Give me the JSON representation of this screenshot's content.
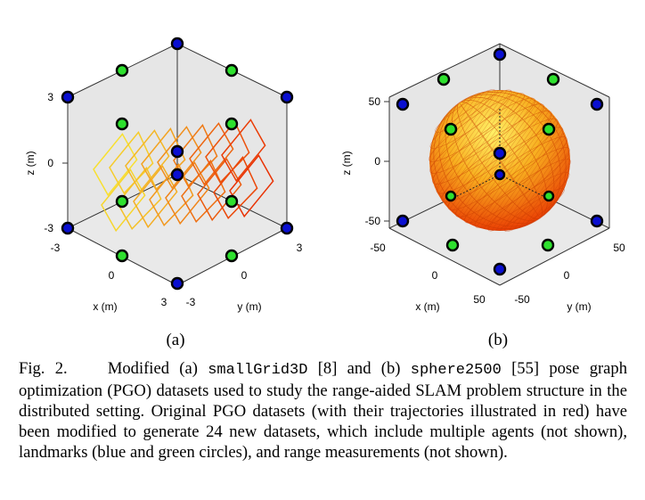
{
  "panel_a": {
    "sub_caption": "(a)",
    "xlabel": "x (m)",
    "ylabel": "y (m)",
    "zlabel": "z (m)",
    "ticks_z": [
      "3",
      "0",
      "-3"
    ],
    "ticks_x": [
      "-3",
      "0",
      "3"
    ],
    "ticks_y": [
      "-3",
      "0",
      "3"
    ]
  },
  "panel_b": {
    "sub_caption": "(b)",
    "xlabel": "x (m)",
    "ylabel": "y (m)",
    "zlabel": "z (m)",
    "ticks_z": [
      "50",
      "0",
      "-50"
    ],
    "ticks_x": [
      "-50",
      "0",
      "50"
    ],
    "ticks_y": [
      "-50",
      "0",
      "50"
    ]
  },
  "colors": {
    "landmark_blue": "#0a0fd0",
    "landmark_green": "#2ee02e",
    "trajectory_low": "#e82800",
    "trajectory_high": "#f8e030",
    "pane": "#e6e6e6"
  },
  "caption": {
    "lead": "Fig. 2.",
    "p1": "Modified (a) ",
    "code1": "smallGrid3D",
    "p2": " [8] and (b) ",
    "code2": "sphere2500",
    "p3": " [55] pose graph optimization (PGO) datasets used to study the range-aided SLAM problem structure in the distributed setting. Original PGO datasets (with their trajectories illustrated in red) have been modified to generate 24 new datasets, which include multiple agents (not shown), landmarks (blue and green circles), and range measurements (not shown)."
  }
}
